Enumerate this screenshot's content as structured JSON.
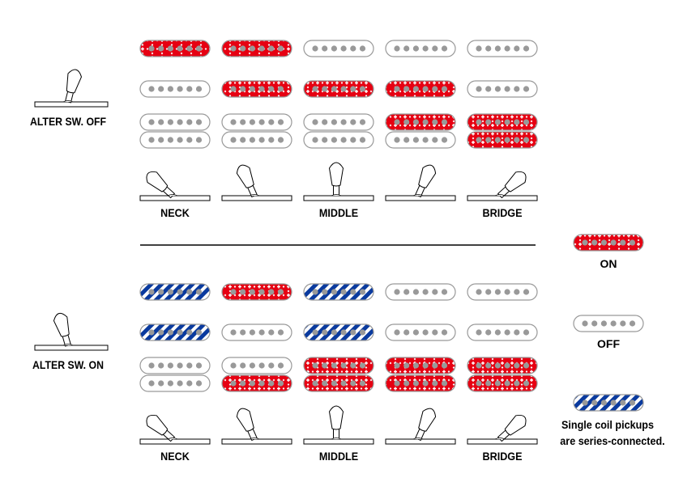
{
  "colors": {
    "on": "#e60012",
    "series": "#0a3a9e",
    "pole": "#999999",
    "outline": "#999999"
  },
  "position_labels": [
    "NECK",
    "",
    "MIDDLE",
    "",
    "BRIDGE"
  ],
  "sections": [
    {
      "alter_label": "ALTER SW. OFF",
      "alter_state": "off",
      "pickups": {
        "neck_single": [
          "on",
          "on",
          "off",
          "off",
          "off"
        ],
        "middle_single": [
          "off",
          "on",
          "on",
          "on",
          "off"
        ],
        "bridge_hum_upper": [
          "off",
          "off",
          "off",
          "on",
          "on"
        ],
        "bridge_hum_lower": [
          "off",
          "off",
          "off",
          "off",
          "on"
        ]
      }
    },
    {
      "alter_label": "ALTER SW. ON",
      "alter_state": "on",
      "pickups": {
        "neck_single": [
          "series",
          "on",
          "series",
          "off",
          "off"
        ],
        "middle_single": [
          "series",
          "off",
          "series",
          "off",
          "off"
        ],
        "bridge_hum_upper": [
          "off",
          "off",
          "on",
          "on",
          "on"
        ],
        "bridge_hum_lower": [
          "off",
          "on",
          "on",
          "on",
          "on"
        ]
      }
    }
  ],
  "legend": {
    "on_label": "ON",
    "off_label": "OFF",
    "series_label_line1": "Single coil pickups",
    "series_label_line2": "are series-connected."
  }
}
